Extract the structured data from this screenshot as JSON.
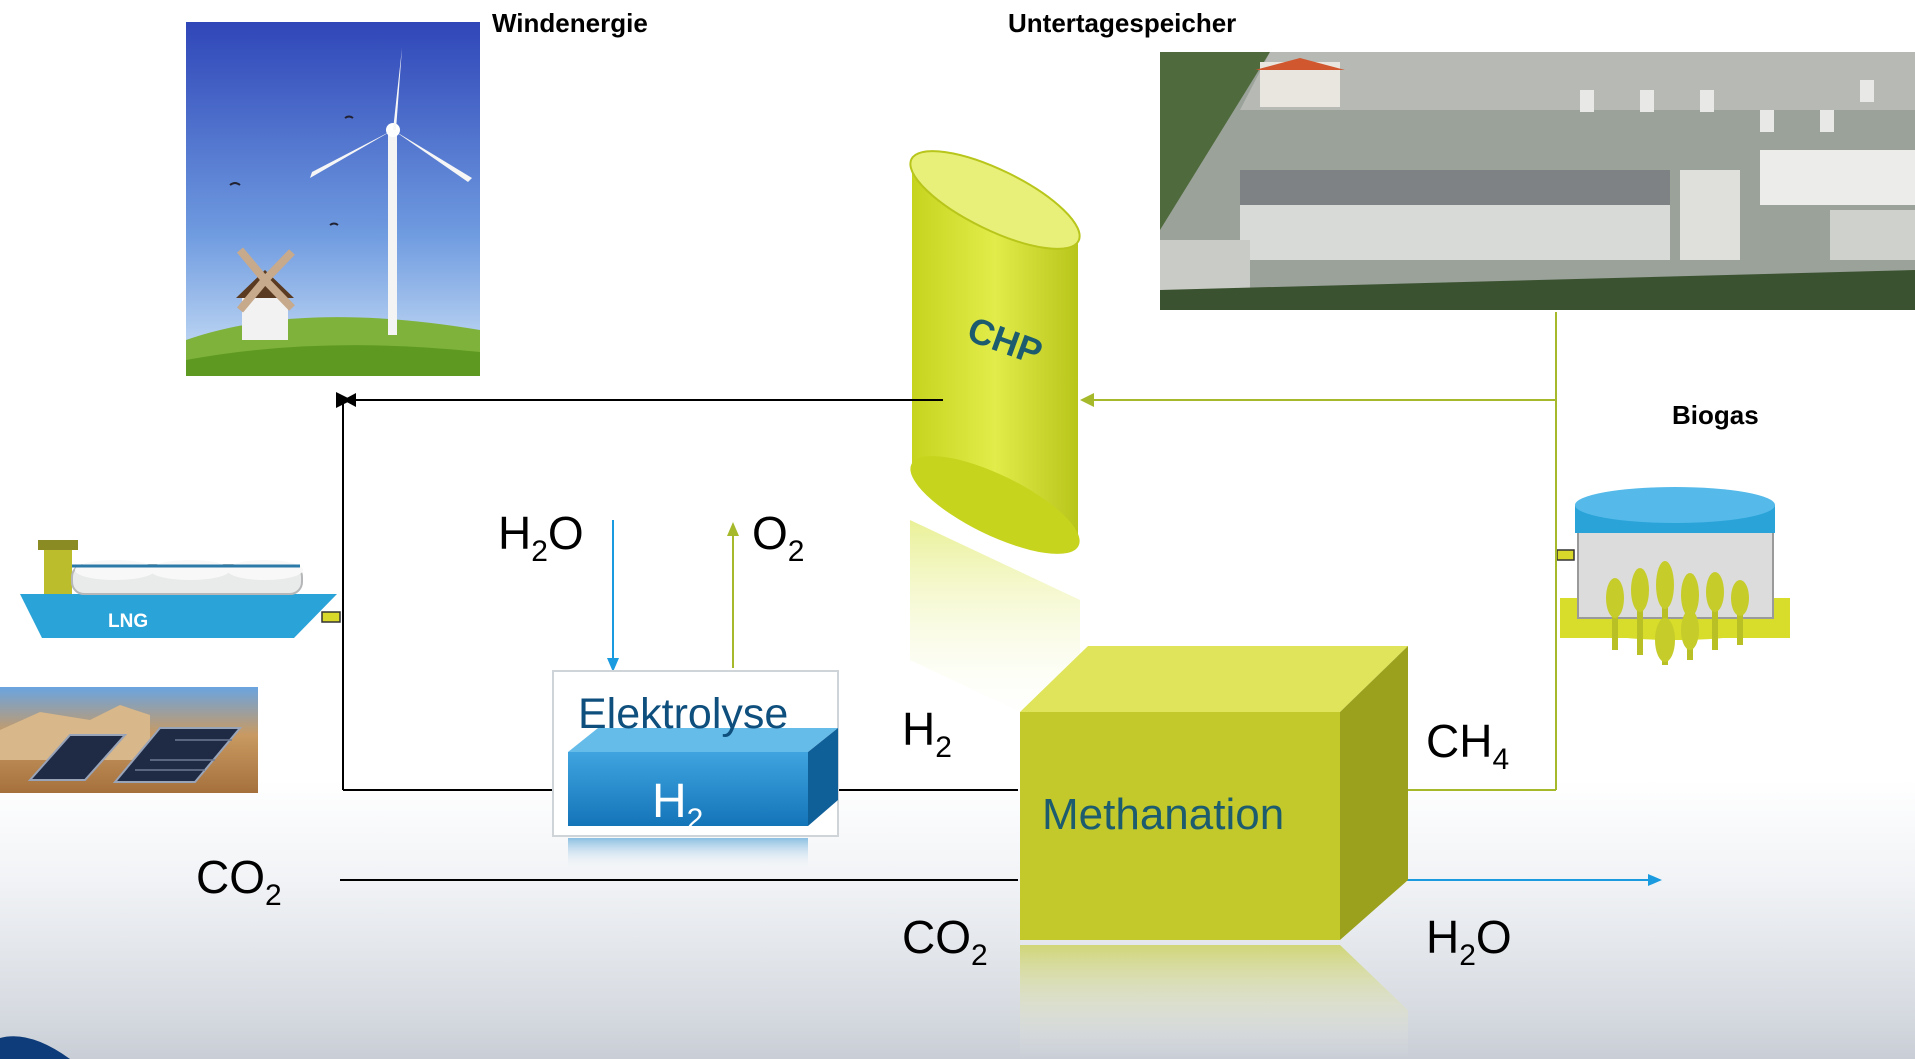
{
  "labels": {
    "windenergie": "Windenergie",
    "untertagespeicher": "Untertagespeicher",
    "biogas": "Biogas",
    "lng": "LNG",
    "chp": "CHP",
    "elektrolyse": "Elektrolyse",
    "methanation": "Methanation"
  },
  "chem": {
    "h2o_in": {
      "base": "H",
      "sub": "2",
      "tail": "O"
    },
    "o2_out": {
      "base": "O",
      "sub": "2",
      "tail": ""
    },
    "h2_line": {
      "base": "H",
      "sub": "2",
      "tail": ""
    },
    "h2_box": {
      "base": "H",
      "sub": "2",
      "tail": ""
    },
    "ch4": {
      "base": "CH",
      "sub": "4",
      "tail": ""
    },
    "co2_left": {
      "base": "CO",
      "sub": "2",
      "tail": ""
    },
    "co2_bottom": {
      "base": "CO",
      "sub": "2",
      "tail": ""
    },
    "h2o_out": {
      "base": "H",
      "sub": "2",
      "tail": "O"
    }
  },
  "colors": {
    "line_black": "#000000",
    "line_green": "#a6b92a",
    "arrow_blue": "#1a9be0",
    "chp_yellow": "#d4e02e",
    "methanation_green": "#c3c92a",
    "h2_box_blue": "#1e86c8",
    "elektrolyse_text": "#0e4f7d",
    "ship_blue": "#2aa3d9"
  },
  "icons": [
    "wind-turbine-image",
    "gas-storage-photo",
    "lng-ship-icon",
    "solar-panel-image",
    "biogas-digester-icon",
    "chp-cylinder",
    "methanation-cube",
    "elektrolyse-box"
  ]
}
